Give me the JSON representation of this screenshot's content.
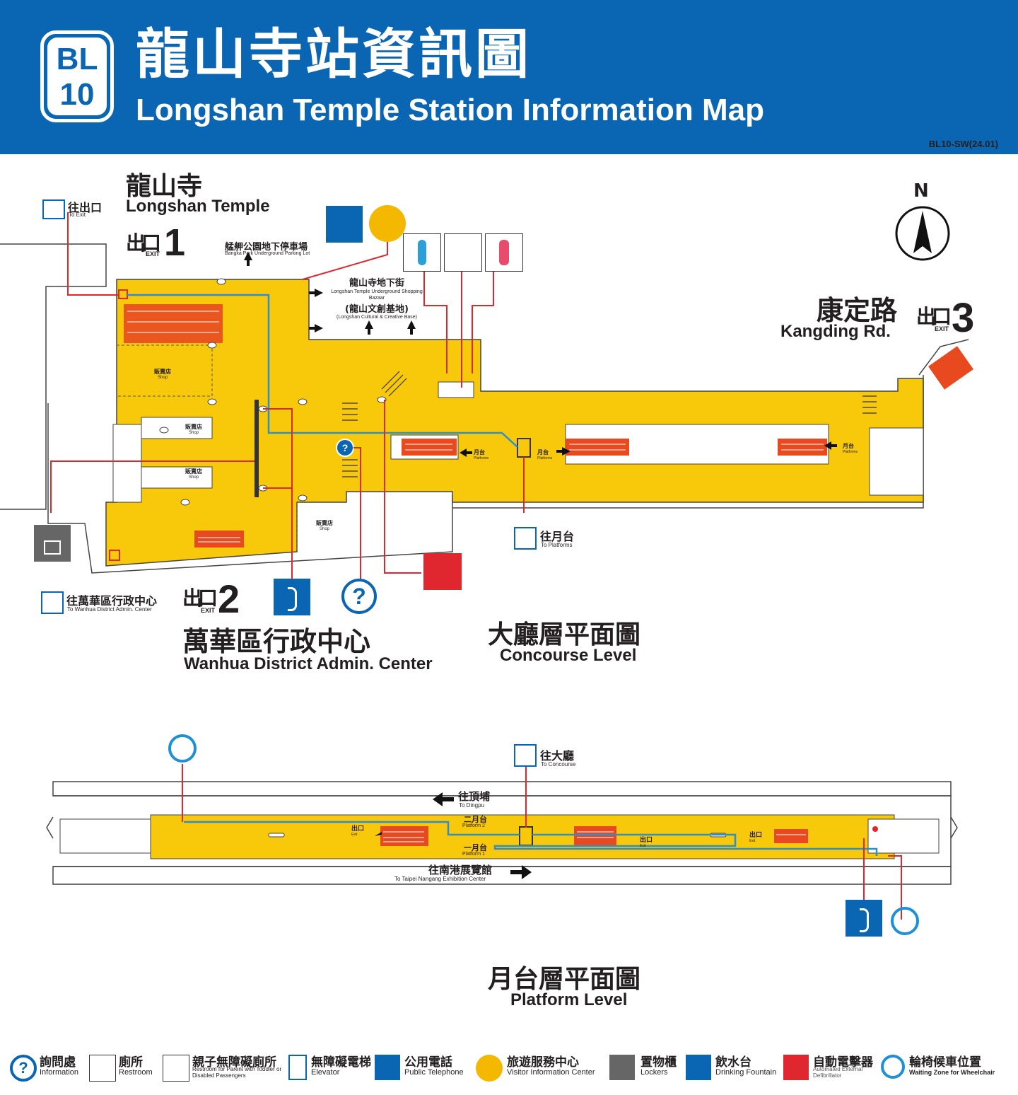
{
  "header": {
    "station_code_line": "BL",
    "station_code_num": "10",
    "title_zh": "龍山寺站資訊圖",
    "title_en": "Longshan Temple Station Information Map",
    "doc_code": "BL10-SW(24.01)"
  },
  "north": "N",
  "concourse": {
    "level_zh": "大廳層平面圖",
    "level_en": "Concourse Level",
    "exit_word": "出口",
    "exit_sub": "EXIT",
    "exit1": {
      "num": "1",
      "name_zh": "龍山寺",
      "name_en": "Longshan Temple"
    },
    "exit2": {
      "num": "2",
      "name_zh": "萬華區行政中心",
      "name_en": "Wanhua District Admin. Center"
    },
    "exit3": {
      "num": "3",
      "name_zh": "康定路",
      "name_en": "Kangding Rd."
    },
    "to_exit_zh": "往出口",
    "to_exit_en": "To Exit",
    "to_wanhua_zh": "往萬華區行政中心",
    "to_wanhua_en": "To Wanhua District Admin. Center",
    "to_platforms_zh": "往月台",
    "to_platforms_en": "To Platforms",
    "parking_zh": "艋舺公園地下停車場",
    "parking_en": "Bangka Park Underground Parking Lot",
    "bazaar_zh": "龍山寺地下街",
    "bazaar_en": "Longshan Temple Underground Shopping Bazaar",
    "creative_zh": "(龍山文創基地)",
    "creative_en": "(Longshan Cultural & Creative Base)",
    "shop_zh": "販賣店",
    "shop_en": "Shop",
    "platform_zh": "月台",
    "platform_en": "Platforms"
  },
  "platform_level": {
    "level_zh": "月台層平面圖",
    "level_en": "Platform Level",
    "to_concourse_zh": "往大廳",
    "to_concourse_en": "To Concourse",
    "dingpu_zh": "往頂埔",
    "dingpu_en": "To Dingpu",
    "nangang_zh": "往南港展覽館",
    "nangang_en": "To Taipei Nangang Exhibition Center",
    "platform2_zh": "二月台",
    "platform2_en": "Platform 2",
    "platform1_zh": "一月台",
    "platform1_en": "Platform 1",
    "exit_zh": "出口",
    "exit_en": "Exit"
  },
  "legend": [
    {
      "zh": "詢問處",
      "en": "Information",
      "icon": "information-icon"
    },
    {
      "zh": "廁所",
      "en": "Restroom",
      "icon": "restroom-icon"
    },
    {
      "zh": "親子無障礙廁所",
      "en": "Restroom for Parent with Toddler or Disabled Passengers",
      "icon": "family-restroom-icon"
    },
    {
      "zh": "無障礙電梯",
      "en": "Elevator",
      "icon": "elevator-icon"
    },
    {
      "zh": "公用電話",
      "en": "Public Telephone",
      "icon": "telephone-icon"
    },
    {
      "zh": "旅遊服務中心",
      "en": "Visitor Information Center",
      "icon": "visitor-info-icon"
    },
    {
      "zh": "置物櫃",
      "en": "Lockers",
      "icon": "locker-icon"
    },
    {
      "zh": "飲水台",
      "en": "Drinking Fountain",
      "icon": "drinking-fountain-icon"
    },
    {
      "zh": "自動電擊器",
      "en": "Automated External Defibrillator",
      "icon": "aed-icon"
    },
    {
      "zh": "輪椅候車位置",
      "en": "Waiting Zone for Wheelchair",
      "icon": "wheelchair-icon"
    }
  ],
  "colors": {
    "brand_blue": "#0a66b2",
    "floor_yellow": "#f8c90a",
    "route_red": "#e0262e",
    "route_blue": "#2b8fd1",
    "escalator": "#e8491f"
  }
}
